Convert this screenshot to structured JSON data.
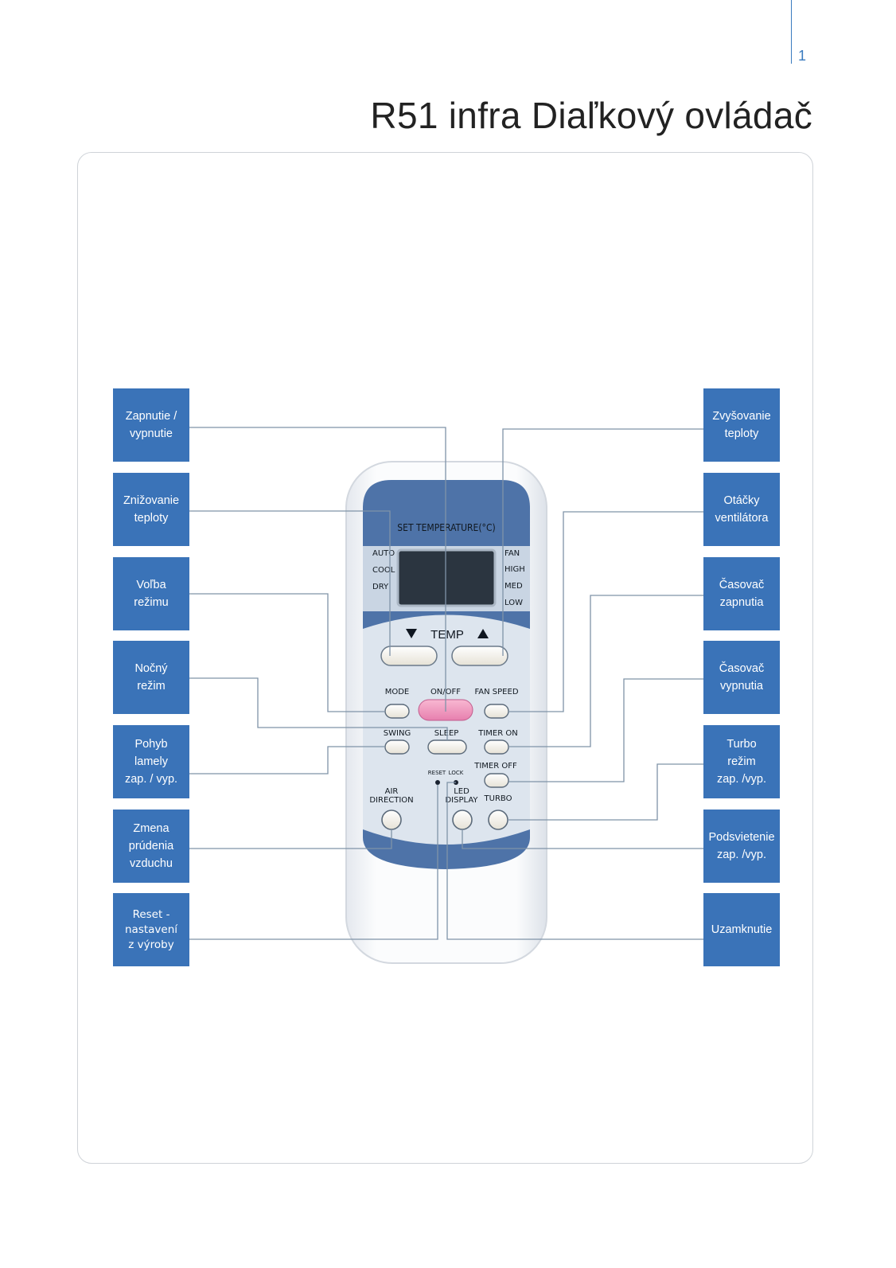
{
  "page": {
    "number": "1"
  },
  "title": "R51 infra Diaľkový ovládač",
  "remote": {
    "display_header": "SET TEMPERATURE(°C)",
    "modes_left": [
      "AUTO",
      "COOL",
      "DRY"
    ],
    "modes_right": [
      "FAN",
      "HIGH",
      "MED",
      "LOW"
    ],
    "temp_label": "TEMP",
    "buttons": {
      "mode": "MODE",
      "onoff": "ON/OFF",
      "fan_speed": "FAN SPEED",
      "swing": "SWING",
      "sleep": "SLEEP",
      "timer_on": "TIMER ON",
      "timer_off": "TIMER OFF",
      "reset": "RESET",
      "lock": "LOCK",
      "air_direction": "AIR DIRECTION",
      "led_display": "LED DISPLAY",
      "turbo": "TURBO"
    },
    "colors": {
      "panel": "#4e73a8",
      "face": "#dde5ee",
      "onoff": "#f08fb8"
    }
  },
  "labels_left": [
    "Zapnutie /\nvypnutie",
    "Znižovanie\nteploty",
    "Voľba\nrežimu",
    "Nočný\nrežim",
    "Pohyb\nlamely\nzap. / vyp.",
    "Zmena\nprúdenia\nvzduchu",
    "Reset -\nnastavení\nz výroby"
  ],
  "labels_right": [
    "Zvyšovanie\nteploty",
    "Otáčky\nventilátora",
    "Časovač\nzapnutia",
    "Časovač\nvypnutia",
    "Turbo\nrežim\nzap. /vyp.",
    "Podsvietenie\nzap. /vyp.",
    "Uzamknutie"
  ],
  "label_color": "#3a73b8"
}
